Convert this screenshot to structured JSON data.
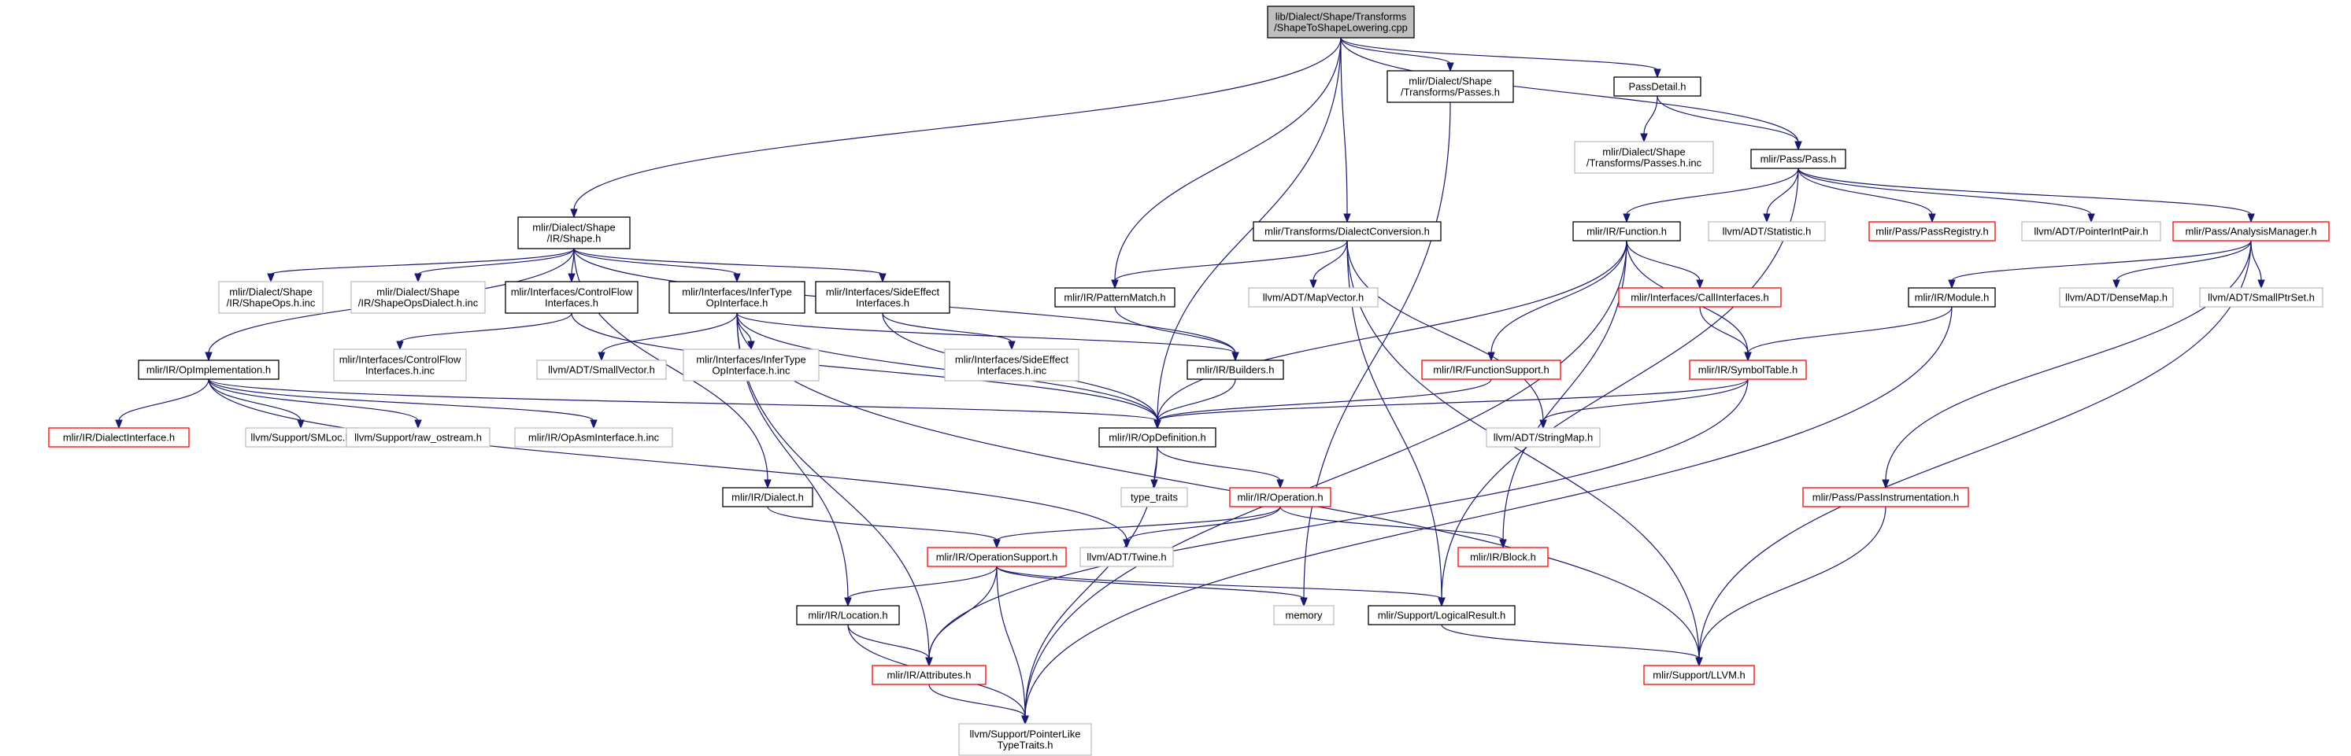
{
  "colors": {
    "background": "#ffffff",
    "edge": "#191970",
    "root_fill": "#bfbfbf",
    "root_border": "#000000",
    "documented_border": "#000000",
    "truncated_border": "#ff0000",
    "external_border": "#bfbfbf",
    "text": "#000000"
  },
  "nodes": [
    {
      "id": "root",
      "lines": [
        "lib/Dialect/Shape/Transforms",
        "/ShapeToShapeLowering.cpp"
      ],
      "kind": "root"
    },
    {
      "id": "shape_passes",
      "lines": [
        "mlir/Dialect/Shape",
        "/Transforms/Passes.h"
      ],
      "kind": "documented"
    },
    {
      "id": "passdetail",
      "lines": [
        "PassDetail.h"
      ],
      "kind": "documented"
    },
    {
      "id": "shape_passes_inc",
      "lines": [
        "mlir/Dialect/Shape",
        "/Transforms/Passes.h.inc"
      ],
      "kind": "external"
    },
    {
      "id": "pass_h",
      "lines": [
        "mlir/Pass/Pass.h"
      ],
      "kind": "documented"
    },
    {
      "id": "shape_h",
      "lines": [
        "mlir/Dialect/Shape",
        "/IR/Shape.h"
      ],
      "kind": "documented"
    },
    {
      "id": "dialectconv",
      "lines": [
        "mlir/Transforms/DialectConversion.h"
      ],
      "kind": "documented"
    },
    {
      "id": "function_h",
      "lines": [
        "mlir/IR/Function.h"
      ],
      "kind": "documented"
    },
    {
      "id": "statistic",
      "lines": [
        "llvm/ADT/Statistic.h"
      ],
      "kind": "external"
    },
    {
      "id": "passregistry",
      "lines": [
        "mlir/Pass/PassRegistry.h"
      ],
      "kind": "truncated"
    },
    {
      "id": "pointerintpair",
      "lines": [
        "llvm/ADT/PointerIntPair.h"
      ],
      "kind": "external"
    },
    {
      "id": "analysismgr",
      "lines": [
        "mlir/Pass/AnalysisManager.h"
      ],
      "kind": "truncated"
    },
    {
      "id": "shapeops_inc",
      "lines": [
        "mlir/Dialect/Shape",
        "/IR/ShapeOps.h.inc"
      ],
      "kind": "external"
    },
    {
      "id": "shapeopsdialect_inc",
      "lines": [
        "mlir/Dialect/Shape",
        "/IR/ShapeOpsDialect.h.inc"
      ],
      "kind": "external"
    },
    {
      "id": "cflow",
      "lines": [
        "mlir/Interfaces/ControlFlow",
        "Interfaces.h"
      ],
      "kind": "documented"
    },
    {
      "id": "infertype",
      "lines": [
        "mlir/Interfaces/InferType",
        "OpInterface.h"
      ],
      "kind": "documented"
    },
    {
      "id": "sideeffect",
      "lines": [
        "mlir/Interfaces/SideEffect",
        "Interfaces.h"
      ],
      "kind": "documented"
    },
    {
      "id": "patternmatch",
      "lines": [
        "mlir/IR/PatternMatch.h"
      ],
      "kind": "documented"
    },
    {
      "id": "mapvector",
      "lines": [
        "llvm/ADT/MapVector.h"
      ],
      "kind": "external"
    },
    {
      "id": "callinterfaces",
      "lines": [
        "mlir/Interfaces/CallInterfaces.h"
      ],
      "kind": "truncated"
    },
    {
      "id": "module_h",
      "lines": [
        "mlir/IR/Module.h"
      ],
      "kind": "documented"
    },
    {
      "id": "densemap",
      "lines": [
        "llvm/ADT/DenseMap.h"
      ],
      "kind": "external"
    },
    {
      "id": "smallptrset",
      "lines": [
        "llvm/ADT/SmallPtrSet.h"
      ],
      "kind": "external"
    },
    {
      "id": "opimpl",
      "lines": [
        "mlir/IR/OpImplementation.h"
      ],
      "kind": "documented"
    },
    {
      "id": "cflow_inc",
      "lines": [
        "mlir/Interfaces/ControlFlow",
        "Interfaces.h.inc"
      ],
      "kind": "external"
    },
    {
      "id": "smallvector",
      "lines": [
        "llvm/ADT/SmallVector.h"
      ],
      "kind": "external"
    },
    {
      "id": "infertype_inc",
      "lines": [
        "mlir/Interfaces/InferType",
        "OpInterface.h.inc"
      ],
      "kind": "external"
    },
    {
      "id": "sideeffect_inc",
      "lines": [
        "mlir/Interfaces/SideEffect",
        "Interfaces.h.inc"
      ],
      "kind": "external"
    },
    {
      "id": "builders",
      "lines": [
        "mlir/IR/Builders.h"
      ],
      "kind": "documented"
    },
    {
      "id": "functionsupport",
      "lines": [
        "mlir/IR/FunctionSupport.h"
      ],
      "kind": "truncated"
    },
    {
      "id": "symboltable",
      "lines": [
        "mlir/IR/SymbolTable.h"
      ],
      "kind": "truncated"
    },
    {
      "id": "dialectinterface",
      "lines": [
        "mlir/IR/DialectInterface.h"
      ],
      "kind": "truncated"
    },
    {
      "id": "smloc",
      "lines": [
        "llvm/Support/SMLoc.h"
      ],
      "kind": "external"
    },
    {
      "id": "rawostream",
      "lines": [
        "llvm/Support/raw_ostream.h"
      ],
      "kind": "external"
    },
    {
      "id": "opasm_inc",
      "lines": [
        "mlir/IR/OpAsmInterface.h.inc"
      ],
      "kind": "external"
    },
    {
      "id": "opdef",
      "lines": [
        "mlir/IR/OpDefinition.h"
      ],
      "kind": "documented"
    },
    {
      "id": "stringmap",
      "lines": [
        "llvm/ADT/StringMap.h"
      ],
      "kind": "external"
    },
    {
      "id": "passinstr",
      "lines": [
        "mlir/Pass/PassInstrumentation.h"
      ],
      "kind": "truncated"
    },
    {
      "id": "dialect_h",
      "lines": [
        "mlir/IR/Dialect.h"
      ],
      "kind": "documented"
    },
    {
      "id": "typetraits",
      "lines": [
        "type_traits"
      ],
      "kind": "external"
    },
    {
      "id": "operation_h",
      "lines": [
        "mlir/IR/Operation.h"
      ],
      "kind": "truncated"
    },
    {
      "id": "twine",
      "lines": [
        "llvm/ADT/Twine.h"
      ],
      "kind": "external"
    },
    {
      "id": "block_h",
      "lines": [
        "mlir/IR/Block.h"
      ],
      "kind": "truncated"
    },
    {
      "id": "opsupport",
      "lines": [
        "mlir/IR/OperationSupport.h"
      ],
      "kind": "truncated"
    },
    {
      "id": "location_h",
      "lines": [
        "mlir/IR/Location.h"
      ],
      "kind": "documented"
    },
    {
      "id": "memory",
      "lines": [
        "memory"
      ],
      "kind": "external"
    },
    {
      "id": "logicalresult",
      "lines": [
        "mlir/Support/LogicalResult.h"
      ],
      "kind": "documented"
    },
    {
      "id": "attributes",
      "lines": [
        "mlir/IR/Attributes.h"
      ],
      "kind": "truncated"
    },
    {
      "id": "llvm_h",
      "lines": [
        "mlir/Support/LLVM.h"
      ],
      "kind": "truncated"
    },
    {
      "id": "pointerlike",
      "lines": [
        "llvm/Support/PointerLike",
        "TypeTraits.h"
      ],
      "kind": "external"
    }
  ],
  "edges": [
    [
      "root",
      "shape_passes"
    ],
    [
      "root",
      "passdetail"
    ],
    [
      "root",
      "pass_h"
    ],
    [
      "root",
      "shape_h"
    ],
    [
      "root",
      "dialectconv"
    ],
    [
      "root",
      "patternmatch"
    ],
    [
      "root",
      "opdef"
    ],
    [
      "shape_passes",
      "memory"
    ],
    [
      "passdetail",
      "shape_passes_inc"
    ],
    [
      "passdetail",
      "pass_h"
    ],
    [
      "pass_h",
      "function_h"
    ],
    [
      "pass_h",
      "statistic"
    ],
    [
      "pass_h",
      "passregistry"
    ],
    [
      "pass_h",
      "pointerintpair"
    ],
    [
      "pass_h",
      "analysismgr"
    ],
    [
      "pass_h",
      "logicalresult"
    ],
    [
      "shape_h",
      "shapeops_inc"
    ],
    [
      "shape_h",
      "shapeopsdialect_inc"
    ],
    [
      "shape_h",
      "cflow"
    ],
    [
      "shape_h",
      "infertype"
    ],
    [
      "shape_h",
      "sideeffect"
    ],
    [
      "shape_h",
      "opimpl"
    ],
    [
      "shape_h",
      "builders"
    ],
    [
      "shape_h",
      "dialect_h"
    ],
    [
      "dialectconv",
      "patternmatch"
    ],
    [
      "dialectconv",
      "mapvector"
    ],
    [
      "dialectconv",
      "stringmap"
    ],
    [
      "dialectconv",
      "logicalresult"
    ],
    [
      "dialectconv",
      "llvm_h"
    ],
    [
      "function_h",
      "callinterfaces"
    ],
    [
      "function_h",
      "functionsupport"
    ],
    [
      "function_h",
      "symboltable"
    ],
    [
      "function_h",
      "opdef"
    ],
    [
      "function_h",
      "block_h"
    ],
    [
      "function_h",
      "pointerlike"
    ],
    [
      "analysismgr",
      "module_h"
    ],
    [
      "analysismgr",
      "densemap"
    ],
    [
      "analysismgr",
      "smallptrset"
    ],
    [
      "analysismgr",
      "passinstr"
    ],
    [
      "analysismgr",
      "llvm_h"
    ],
    [
      "cflow",
      "cflow_inc"
    ],
    [
      "cflow",
      "opdef"
    ],
    [
      "infertype",
      "smallvector"
    ],
    [
      "infertype",
      "infertype_inc"
    ],
    [
      "infertype",
      "builders"
    ],
    [
      "infertype",
      "opdef"
    ],
    [
      "infertype",
      "location_h"
    ],
    [
      "infertype",
      "attributes"
    ],
    [
      "infertype",
      "llvm_h"
    ],
    [
      "sideeffect",
      "sideeffect_inc"
    ],
    [
      "sideeffect",
      "opdef"
    ],
    [
      "patternmatch",
      "builders"
    ],
    [
      "callinterfaces",
      "symboltable"
    ],
    [
      "module_h",
      "symboltable"
    ],
    [
      "module_h",
      "pointerlike"
    ],
    [
      "opimpl",
      "dialectinterface"
    ],
    [
      "opimpl",
      "smloc"
    ],
    [
      "opimpl",
      "rawostream"
    ],
    [
      "opimpl",
      "opasm_inc"
    ],
    [
      "opimpl",
      "opdef"
    ],
    [
      "opimpl",
      "twine"
    ],
    [
      "builders",
      "opdef"
    ],
    [
      "functionsupport",
      "opdef"
    ],
    [
      "symboltable",
      "opdef"
    ],
    [
      "symboltable",
      "stringmap"
    ],
    [
      "symboltable",
      "attributes"
    ],
    [
      "opdef",
      "typetraits"
    ],
    [
      "opdef",
      "operation_h"
    ],
    [
      "opdef",
      "pointerlike"
    ],
    [
      "passinstr",
      "llvm_h"
    ],
    [
      "dialect_h",
      "opsupport"
    ],
    [
      "operation_h",
      "opsupport"
    ],
    [
      "operation_h",
      "twine"
    ],
    [
      "operation_h",
      "block_h"
    ],
    [
      "opsupport",
      "location_h"
    ],
    [
      "opsupport",
      "memory"
    ],
    [
      "opsupport",
      "logicalresult"
    ],
    [
      "opsupport",
      "attributes"
    ],
    [
      "opsupport",
      "pointerlike"
    ],
    [
      "location_h",
      "attributes"
    ],
    [
      "location_h",
      "pointerlike"
    ],
    [
      "logicalresult",
      "llvm_h"
    ],
    [
      "attributes",
      "pointerlike"
    ]
  ]
}
